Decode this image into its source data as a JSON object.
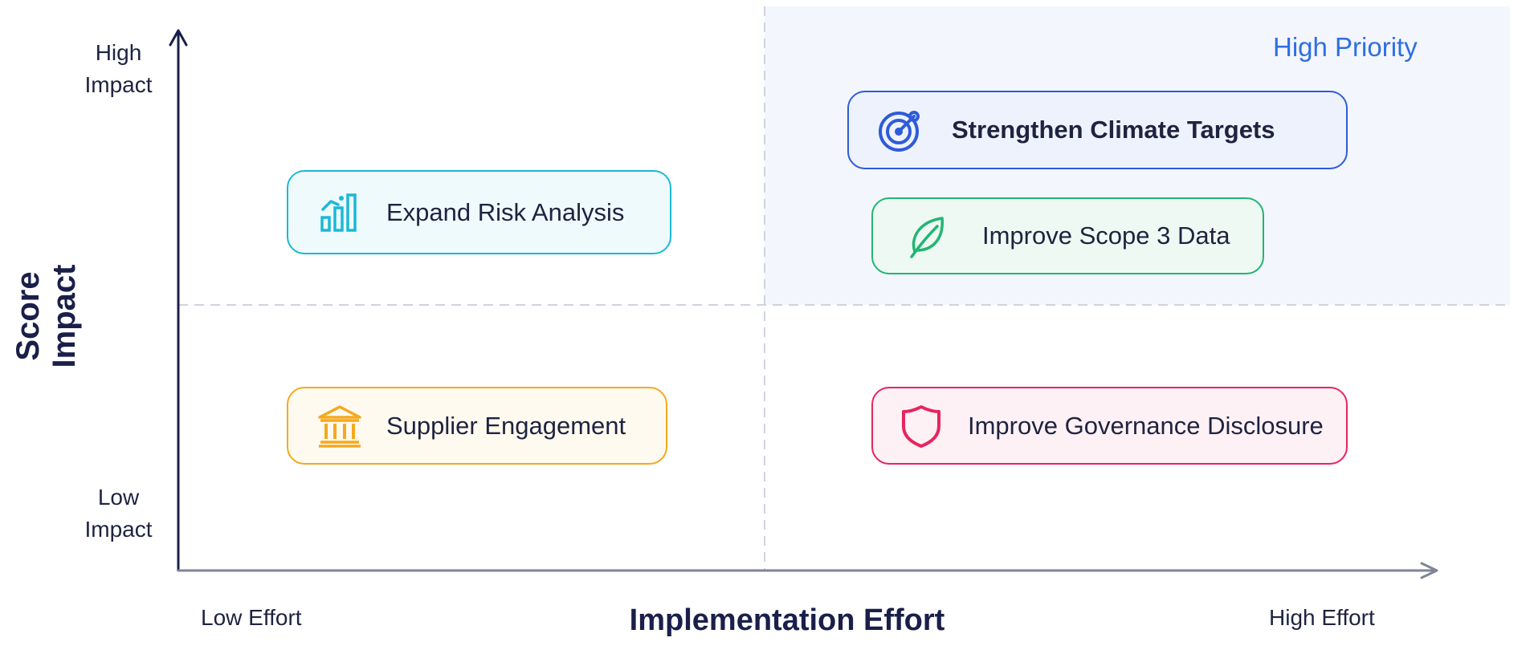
{
  "quadrant_label": "High Priority",
  "axes": {
    "y_title": "Score Impact",
    "x_title": "Implementation Effort",
    "y_high": [
      "High",
      "Impact"
    ],
    "y_low": [
      "Low",
      "Impact"
    ],
    "x_low": "Low Effort",
    "x_high": "High Effort"
  },
  "items": [
    {
      "label": "Strengthen Climate Targets",
      "icon": "target-icon",
      "color": "#2e5bd8",
      "bg": "#eef2fc"
    },
    {
      "label": "Improve Scope 3 Data",
      "icon": "leaf-icon",
      "color": "#22b573",
      "bg": "#eef9f3"
    },
    {
      "label": "Expand Risk Analysis",
      "icon": "bar-chart-icon",
      "color": "#1bb8d6",
      "bg": "#effafc"
    },
    {
      "label": "Supplier Engagement",
      "icon": "bank-icon",
      "color": "#f5a91f",
      "bg": "#fffaef"
    },
    {
      "label": "Improve Governance Disclosure",
      "icon": "shield-icon",
      "color": "#e8245f",
      "bg": "#fdf1f5"
    }
  ],
  "colors": {
    "axis": "#1a1f4a",
    "priority_fill": "#f4f6fe",
    "priority_text": "#2e6fe0",
    "divider": "#cfd3de"
  }
}
